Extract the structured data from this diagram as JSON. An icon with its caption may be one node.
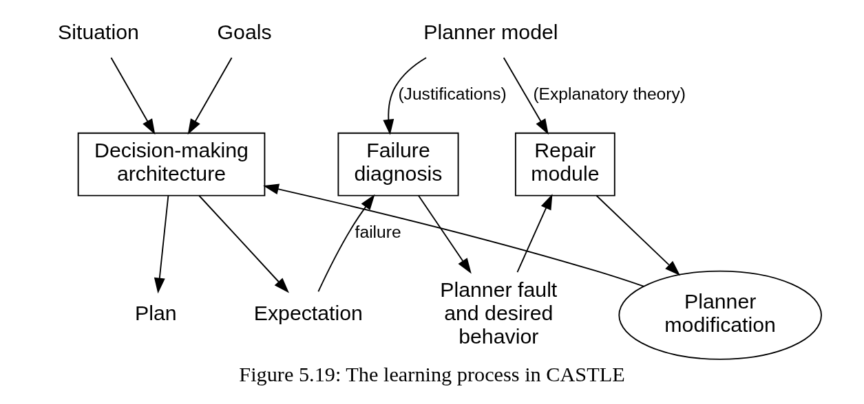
{
  "diagram": {
    "caption": "Figure 5.19: The learning process in CASTLE",
    "nodes": [
      {
        "text": [
          "Situation"
        ]
      },
      {
        "text": [
          "Goals"
        ]
      },
      {
        "text": [
          "Decision-making architecture"
        ]
      },
      {
        "text": [
          "Plan"
        ]
      },
      {
        "text": [
          "Expectation"
        ]
      },
      {
        "text": [
          "Planner model"
        ]
      },
      {
        "text": [
          "Failure diagnosis"
        ]
      },
      {
        "text": [
          "Repair module"
        ]
      },
      {
        "text": [
          "Planner fault and desired behavior"
        ]
      },
      {
        "text": [
          "Planner modification"
        ]
      }
    ],
    "edges": [
      {
        "from": 0,
        "to": 2,
        "arrow": "to"
      },
      {
        "from": 1,
        "to": 2,
        "arrow": "to"
      },
      {
        "from": 2,
        "to": 3,
        "arrow": "to"
      },
      {
        "from": 2,
        "to": 4,
        "arrow": "to"
      },
      {
        "from": 4,
        "to": 6,
        "arrow": "to",
        "label": "failure"
      },
      {
        "from": 5,
        "to": 6,
        "arrow": "to",
        "label": "(Justifications)"
      },
      {
        "from": 5,
        "to": 7,
        "arrow": "to",
        "label": "(Explanatory theory)"
      },
      {
        "from": 6,
        "to": 8,
        "arrow": "to"
      },
      {
        "from": 8,
        "to": 7,
        "arrow": "to"
      },
      {
        "from": 7,
        "to": 9,
        "arrow": "to"
      },
      {
        "from": 9,
        "to": 2,
        "arrow": "to"
      }
    ]
  }
}
